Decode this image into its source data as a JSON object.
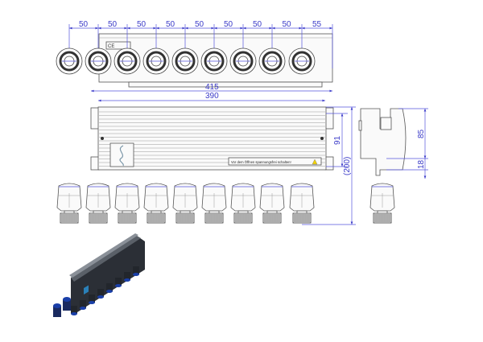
{
  "top_view": {
    "spacings": [
      "50",
      "50",
      "50",
      "50",
      "50",
      "50",
      "50",
      "50",
      "55"
    ],
    "valve_count": 9,
    "marking": "CE"
  },
  "front_view": {
    "overall_width": "415",
    "inner_width": "390",
    "height_91": "91",
    "total_height": "(200)",
    "warning_label": "Vor dem Öffnen spannungsfrei schalten!"
  },
  "side_view": {
    "height_85": "85",
    "height_18": "18"
  },
  "actuators": {
    "count": 9,
    "extra": 1
  },
  "colors": {
    "dimension": "#3a3ac8",
    "outline": "#555555",
    "render_body": "#2b2f36",
    "render_accent": "#1a3fa8"
  }
}
